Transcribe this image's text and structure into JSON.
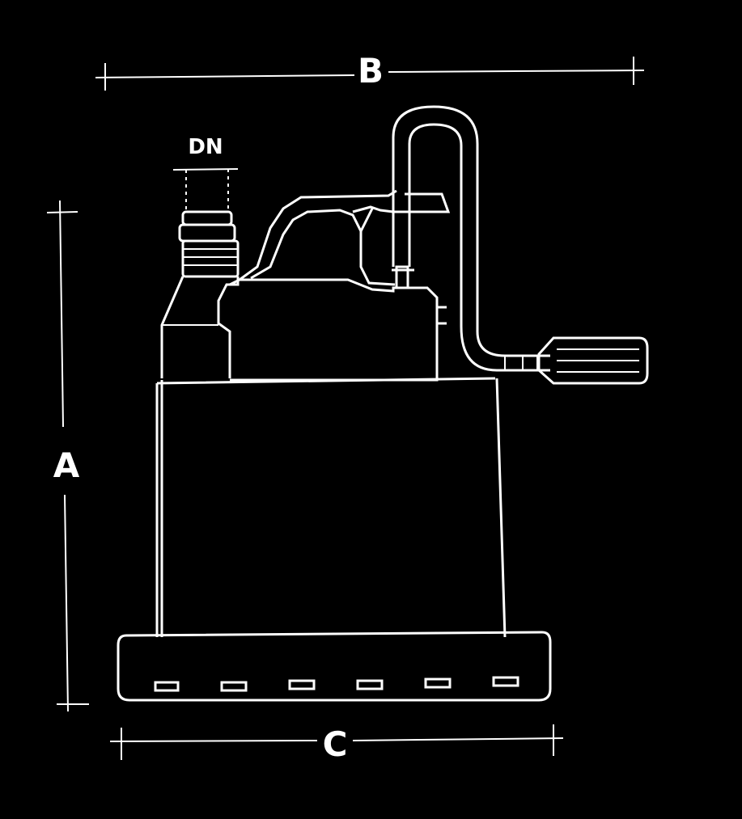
{
  "diagram": {
    "dimensions": {
      "a": "A",
      "b": "B",
      "c": "C"
    },
    "outlet_label": "DN"
  },
  "colors": {
    "background": "#000000",
    "lines": "#ffffff"
  }
}
